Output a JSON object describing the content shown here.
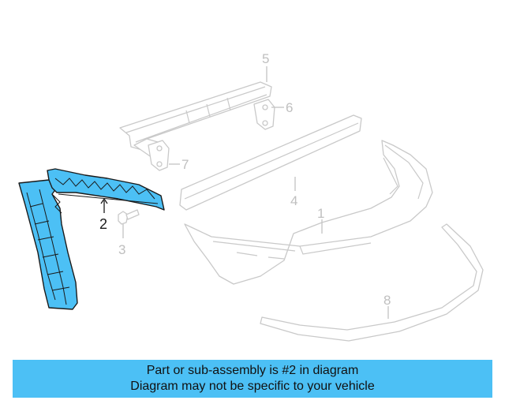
{
  "diagram": {
    "callouts": [
      {
        "number": "1",
        "highlighted": false
      },
      {
        "number": "2",
        "highlighted": true
      },
      {
        "number": "3",
        "highlighted": false
      },
      {
        "number": "4",
        "highlighted": false
      },
      {
        "number": "5",
        "highlighted": false
      },
      {
        "number": "6",
        "highlighted": false
      },
      {
        "number": "7",
        "highlighted": false
      },
      {
        "number": "8",
        "highlighted": false
      }
    ],
    "colors": {
      "highlight": "#4cc0f5",
      "ghost_stroke": "#c9c9c9",
      "outline": "#1a1a1a"
    }
  },
  "banner": {
    "line1": "Part or sub-assembly is #2 in diagram",
    "line2": "Diagram may not be specific to your vehicle",
    "background": "#4cc0f5"
  }
}
